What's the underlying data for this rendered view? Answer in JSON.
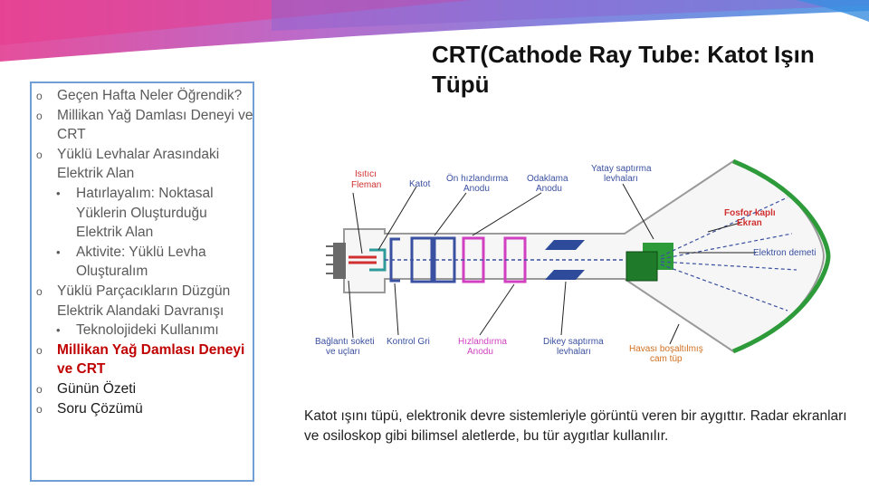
{
  "slide": {
    "title": "CRT(Cathode Ray Tube: Katot Işın Tüpü",
    "description": "Katot ışını tüpü, elektronik devre sistemleriyle görüntü veren bir aygıttır. Radar ekranları ve osiloskop gibi bilimsel aletlerde, bu tür aygıtlar kullanılır."
  },
  "outline": {
    "items": [
      {
        "text": "Geçen Hafta Neler Öğrendik?",
        "level": 1,
        "state": "normal"
      },
      {
        "text": "Millikan Yağ Damlası Deneyi ve CRT",
        "level": 1,
        "state": "normal"
      },
      {
        "text": "Yüklü Levhalar Arasındaki Elektrik Alan",
        "level": 1,
        "state": "normal"
      },
      {
        "text": "Hatırlayalım: Noktasal Yüklerin Oluşturduğu Elektrik Alan",
        "level": 2,
        "state": "normal"
      },
      {
        "text": "Aktivite: Yüklü Levha Oluşturalım",
        "level": 2,
        "state": "normal"
      },
      {
        "text": "Yüklü Parçacıkların Düzgün Elektrik Alandaki Davranışı",
        "level": 1,
        "state": "normal"
      },
      {
        "text": "Teknolojideki Kullanımı",
        "level": 2,
        "state": "normal"
      },
      {
        "text": "Millikan Yağ Damlası Deneyi ve CRT",
        "level": 1,
        "state": "active"
      },
      {
        "text": "Günün Özeti",
        "level": 1,
        "state": "dark"
      },
      {
        "text": "Soru Çözümü",
        "level": 1,
        "state": "dark"
      }
    ],
    "bullet_l1": "o",
    "bullet_l2": "•"
  },
  "diagram": {
    "labels": {
      "isitici": "Isıtıcı",
      "fleman": "Fleman",
      "katot": "Katot",
      "on_hizlandirma_1": "Ön hızlandırma",
      "on_hizlandirma_2": "Anodu",
      "odaklama_1": "Odaklama",
      "odaklama_2": "Anodu",
      "yatay_1": "Yatay saptırma",
      "yatay_2": "levhaları",
      "fosfor_1": "Fosfor kaplı",
      "fosfor_2": "Ekran",
      "elektron": "Elektron demeti",
      "baglanti_1": "Bağlantı soketi",
      "baglanti_2": "ve uçları",
      "kontrol": "Kontrol Gri",
      "hizlandirma_1": "Hızlandırma",
      "hizlandirma_2": "Anodu",
      "dikey_1": "Dikey saptırma",
      "dikey_2": "levhaları",
      "havasi_1": "Havası boşaltılmış",
      "havasi_2": "cam tüp"
    }
  },
  "colors": {
    "accent_red": "#c00000",
    "label_red": "#d03030",
    "label_blue": "#3a50a0",
    "label_orange": "#d07020",
    "screen_green": "#2e9b3a",
    "box_border": "#6f9fd6"
  }
}
